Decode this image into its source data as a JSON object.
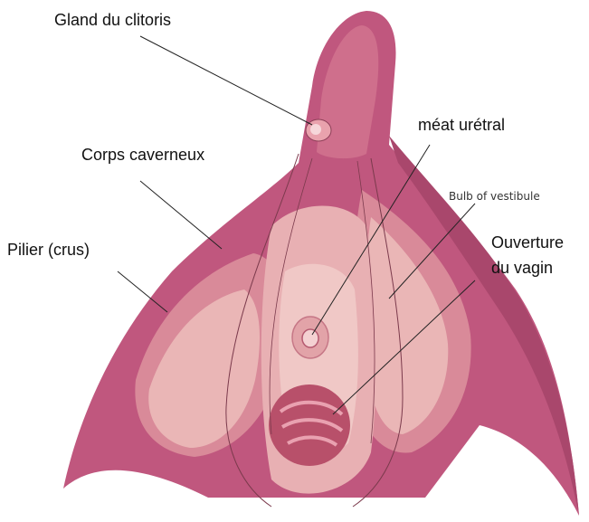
{
  "labels": {
    "gland": "Gland du clitoris",
    "corps": "Corps caverneux",
    "pilier": "Pilier (crus)",
    "meat": "méat urétral",
    "bulb": "Bulb of vestibule",
    "ouverture_1": "Ouverture",
    "ouverture_2": "du vagin"
  },
  "colors": {
    "outer": "#c0577e",
    "outer_dark": "#a9476c",
    "mid": "#d98a99",
    "inner": "#e8b0b3",
    "inner_light": "#f0c8c6",
    "opening": "#b8506a",
    "leader": "#222222"
  }
}
